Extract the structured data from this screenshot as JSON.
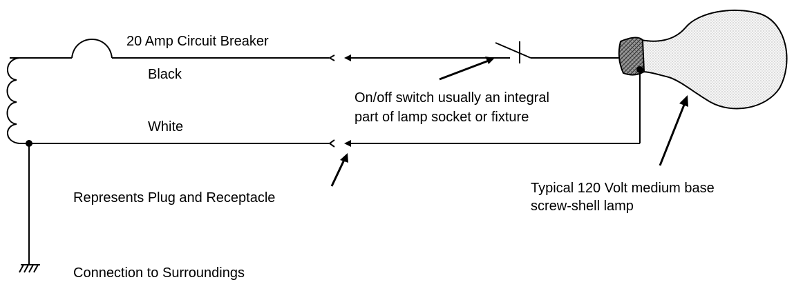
{
  "labels": {
    "breaker": "20 Amp Circuit Breaker",
    "black": "Black",
    "white": "White",
    "switch_line1": "On/off switch usually an integral",
    "switch_line2": "part of lamp socket or fixture",
    "plug": "Represents Plug and Receptacle",
    "lamp_line1": "Typical 120 Volt medium base",
    "lamp_line2": "screw-shell lamp",
    "ground": "Connection to Surroundings"
  },
  "colors": {
    "ink": "#000000",
    "background": "#ffffff",
    "bulb_fill": "#eeeeee"
  },
  "icons": [
    "transformer-coil-icon",
    "circuit-breaker-icon",
    "switch-icon",
    "plug-receptacle-icon",
    "light-bulb-icon",
    "ground-icon"
  ]
}
